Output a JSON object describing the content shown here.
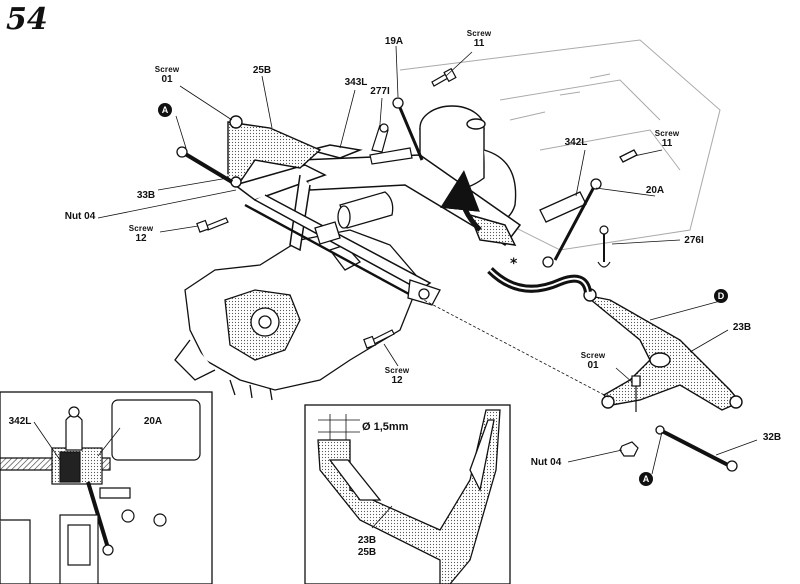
{
  "step_number": "54",
  "markers": {
    "A_top": "A",
    "D": "D",
    "A_bottom": "A"
  },
  "labels": {
    "screw01_top": {
      "word": "Screw",
      "num": "01"
    },
    "p25b": "25B",
    "p343l": "343L",
    "p277i": "277I",
    "p19a": "19A",
    "screw11_top": {
      "word": "Screw",
      "num": "11"
    },
    "p342l": "342L",
    "screw11_right": {
      "word": "Screw",
      "num": "11"
    },
    "p20a": "20A",
    "p33b": "33B",
    "nut04_left": "Nut 04",
    "screw12_left": {
      "word": "Screw",
      "num": "12"
    },
    "p276i": "276I",
    "p23b_right": "23B",
    "screw01_right": {
      "word": "Screw",
      "num": "01"
    },
    "screw12_bottom": {
      "word": "Screw",
      "num": "12"
    },
    "p32b": "32B",
    "nut04_right": "Nut 04",
    "inset_342l": "342L",
    "inset_20a": "20A",
    "detail_diameter": "Ø 1,5mm",
    "detail_23b": "23B",
    "detail_25b": "25B"
  },
  "colors": {
    "ink": "#111111",
    "paper": "#ffffff",
    "hatch": "#888888"
  }
}
